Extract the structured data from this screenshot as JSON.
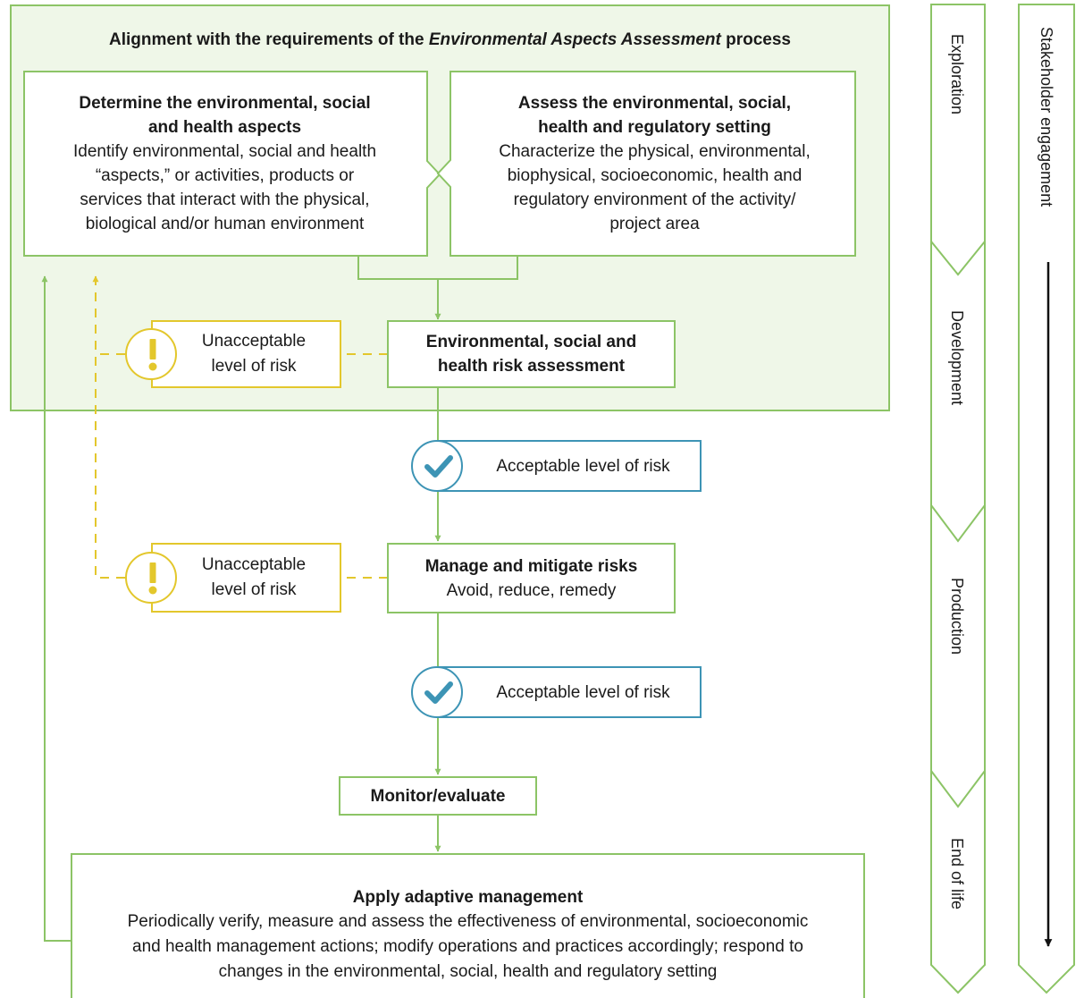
{
  "panel": {
    "title_prefix": "Alignment with the requirements of the ",
    "title_italic": "Environmental Aspects Assessment",
    "title_suffix": " process"
  },
  "determine": {
    "title": "Determine the environmental, social\nand health aspects",
    "text": "Identify environmental, social and health\n“aspects,” or activities, products or\nservices that interact with the physical,\nbiological and/or human environment"
  },
  "assess": {
    "title": "Assess the environmental, social,\nhealth and regulatory setting",
    "text": "Characterize the physical, environmental,\nbiophysical, socioeconomic, health and\nregulatory environment of the activity/\nproject area"
  },
  "risk_assessment": {
    "title": "Environmental, social and\nhealth risk assessment"
  },
  "unacceptable_1": {
    "label": "Unacceptable\nlevel of risk"
  },
  "acceptable_1": {
    "label": "Acceptable level of risk"
  },
  "manage": {
    "title": "Manage and mitigate risks",
    "text": "Avoid, reduce, remedy"
  },
  "unacceptable_2": {
    "label": "Unacceptable\nlevel of risk"
  },
  "acceptable_2": {
    "label": "Acceptable level of risk"
  },
  "monitor": {
    "title": "Monitor/evaluate"
  },
  "adaptive": {
    "title": "Apply adaptive management",
    "text": "Periodically verify, measure and assess the effectiveness of environmental, socioeconomic\nand health management actions; modify operations and practices accordingly; respond to\nchanges in the environmental, social, health and regulatory setting"
  },
  "phases": [
    "Exploration",
    "Development",
    "Production",
    "End of life"
  ],
  "stakeholder": {
    "label": "Stakeholder engagement"
  },
  "colors": {
    "green": "#8cc466",
    "yellow": "#e3c72c",
    "blue": "#3d94b5",
    "panel_bg": "#eff7e8"
  },
  "icons": {
    "warning": "exclamation-icon",
    "ok": "checkmark-icon"
  }
}
